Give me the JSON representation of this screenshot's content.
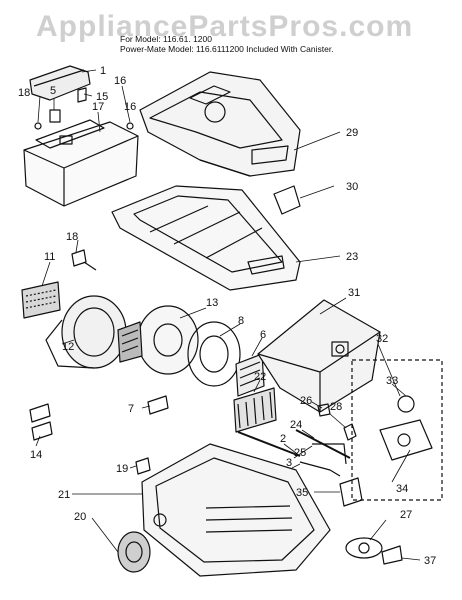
{
  "watermark": "AppliancePartsPros.com",
  "header": {
    "line1": "For Model: 116.61. 1200",
    "line2": "Power-Mate Model: 116.6111200  Included With Canister."
  },
  "callouts": [
    {
      "id": "c1",
      "label": "1"
    },
    {
      "id": "c5",
      "label": "5"
    },
    {
      "id": "c15",
      "label": "15"
    },
    {
      "id": "c16a",
      "label": "16"
    },
    {
      "id": "c16b",
      "label": "16"
    },
    {
      "id": "c17",
      "label": "17"
    },
    {
      "id": "c18a",
      "label": "18"
    },
    {
      "id": "c29",
      "label": "29"
    },
    {
      "id": "c30",
      "label": "30"
    },
    {
      "id": "c18b",
      "label": "18"
    },
    {
      "id": "c23",
      "label": "23"
    },
    {
      "id": "c11",
      "label": "11"
    },
    {
      "id": "c13",
      "label": "13"
    },
    {
      "id": "c31",
      "label": "31"
    },
    {
      "id": "c8",
      "label": "8"
    },
    {
      "id": "c6",
      "label": "6"
    },
    {
      "id": "c32",
      "label": "32"
    },
    {
      "id": "c12",
      "label": "12"
    },
    {
      "id": "c22",
      "label": "22"
    },
    {
      "id": "c33",
      "label": "33"
    },
    {
      "id": "c26",
      "label": "26"
    },
    {
      "id": "c7",
      "label": "7"
    },
    {
      "id": "c28",
      "label": "28"
    },
    {
      "id": "c24",
      "label": "24"
    },
    {
      "id": "c14",
      "label": "14"
    },
    {
      "id": "c2",
      "label": "2"
    },
    {
      "id": "c25",
      "label": "25"
    },
    {
      "id": "c19",
      "label": "19"
    },
    {
      "id": "c3",
      "label": "3"
    },
    {
      "id": "c34",
      "label": "34"
    },
    {
      "id": "c21",
      "label": "21"
    },
    {
      "id": "c35",
      "label": "35"
    },
    {
      "id": "c20",
      "label": "20"
    },
    {
      "id": "c27",
      "label": "27"
    },
    {
      "id": "c37",
      "label": "37"
    }
  ]
}
